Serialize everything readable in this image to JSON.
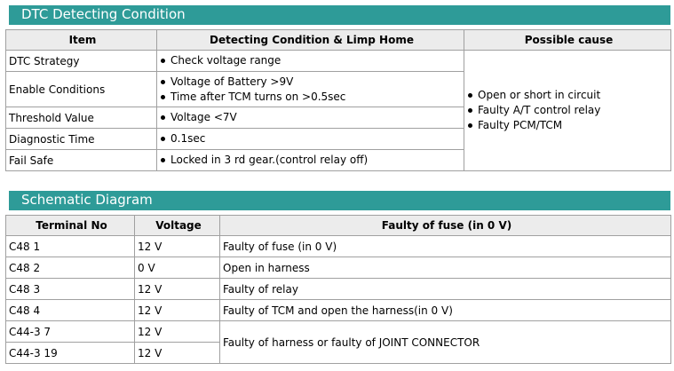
{
  "dtc_section": {
    "title": "DTC Detecting Condition",
    "headers": [
      "Item",
      "Detecting Condition & Limp Home",
      "Possible cause"
    ],
    "rows": [
      {
        "item": "DTC Strategy",
        "conditions": [
          "Check voltage range"
        ]
      },
      {
        "item": "Enable Conditions",
        "conditions": [
          "Voltage of Battery >9V",
          "Time after TCM turns on >0.5sec"
        ]
      },
      {
        "item": "Threshold Value",
        "conditions": [
          "Voltage <7V"
        ]
      },
      {
        "item": "Diagnostic Time",
        "conditions": [
          "0.1sec"
        ]
      },
      {
        "item": "Fail Safe",
        "conditions": [
          "Locked in 3 rd gear.(control relay off)"
        ]
      }
    ],
    "possible_causes": [
      "Open or short in circuit",
      "Faulty A/T control relay",
      "Faulty PCM/TCM"
    ]
  },
  "schematic_section": {
    "title": "Schematic Diagram",
    "headers": [
      "Terminal No",
      "Voltage",
      "Faulty of fuse (in 0 V)"
    ],
    "rows": [
      {
        "terminal": "C48 1",
        "voltage": "12 V",
        "note": "Faulty of fuse (in 0 V)"
      },
      {
        "terminal": "C48 2",
        "voltage": "0 V",
        "note": "Open in harness"
      },
      {
        "terminal": "C48 3",
        "voltage": "12 V",
        "note": "Faulty of relay"
      },
      {
        "terminal": "C48 4",
        "voltage": "12 V",
        "note": "Faulty of TCM and open the harness(in 0 V)"
      },
      {
        "terminal": "C44-3 7",
        "voltage": "12 V",
        "note": "Faulty of harness or faulty of JOINT CONNECTOR"
      },
      {
        "terminal": "C44-3 19",
        "voltage": "12 V",
        "note": ""
      }
    ]
  },
  "colors": {
    "header_bg": "#2e9b98",
    "table_header_bg": "#ececec",
    "border": "#a0a0a0"
  }
}
